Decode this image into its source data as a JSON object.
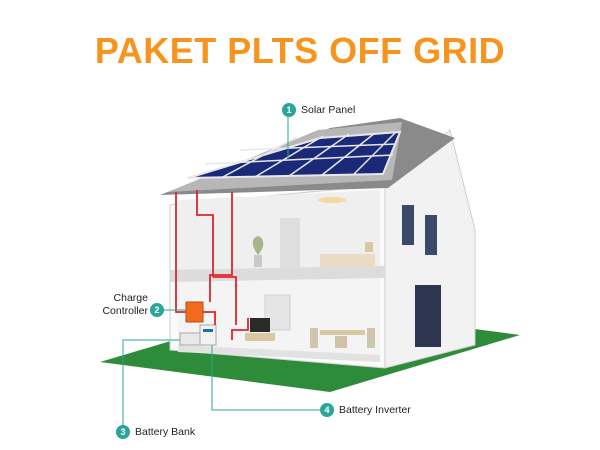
{
  "title": "PAKET PLTS OFF GRID",
  "colors": {
    "title": "#f7941d",
    "badge": "#2aa59a",
    "wire": "#e0242f",
    "leader": "#2aa59a",
    "grass": "#2e8b3a",
    "panel": "#1b2a78"
  },
  "components": [
    {
      "number": "1",
      "label": "Solar Panel"
    },
    {
      "number": "2",
      "label": "Charge\nController"
    },
    {
      "number": "3",
      "label": "Battery Bank"
    },
    {
      "number": "4",
      "label": "Battery Inverter"
    }
  ]
}
